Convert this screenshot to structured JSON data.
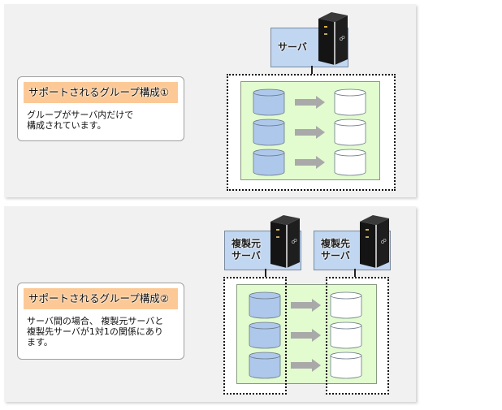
{
  "panels": [
    {
      "callout": {
        "title": "サポートされるグループ構成①",
        "body": "グループがサーバ内だけで\n構成されています。"
      },
      "servers": [
        {
          "label": "サーバ",
          "icon": "server-tower-icon"
        }
      ],
      "volumes": {
        "source_count": 3,
        "target_count": 3,
        "source_color": "#aec8ec",
        "target_color": "#ffffff",
        "arrow_color": "#a9a9a9"
      }
    },
    {
      "callout": {
        "title": "サポートされるグループ構成②",
        "body": "サーバ間の場合、 複製元サーバと\n複製先サーバが1対1の関係にあり\nます。"
      },
      "servers": [
        {
          "label": "複製元\nサーバ",
          "icon": "server-tower-icon"
        },
        {
          "label": "複製先\nサーバ",
          "icon": "server-tower-icon"
        }
      ],
      "volumes": {
        "source_count": 3,
        "target_count": 3,
        "source_color": "#aec8ec",
        "target_color": "#ffffff",
        "arrow_color": "#a9a9a9"
      }
    }
  ],
  "colors": {
    "panel_bg": "#f1f1f1",
    "callout_title_bg": "#fcc996",
    "server_box_bg": "#c0d6f1",
    "group_bg": "#e2fbcf"
  }
}
